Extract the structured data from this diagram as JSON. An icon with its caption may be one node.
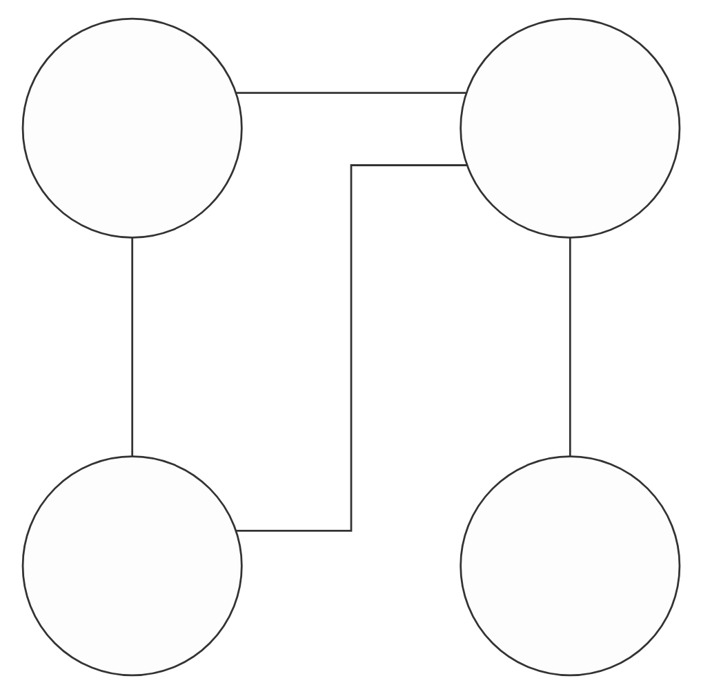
{
  "diagram": {
    "nodes": [
      {
        "text": [],
        "shape": "circle"
      },
      {
        "text": [],
        "shape": "circle"
      },
      {
        "text": [],
        "shape": "circle"
      },
      {
        "text": [],
        "shape": "circle"
      }
    ],
    "edges": [
      {
        "from": 0,
        "to": 1,
        "arrow": "none"
      },
      {
        "from": 0,
        "to": 2,
        "arrow": "none"
      },
      {
        "from": 1,
        "to": 3,
        "arrow": "none"
      },
      {
        "from": 1,
        "to": 2,
        "arrow": "none"
      }
    ]
  }
}
